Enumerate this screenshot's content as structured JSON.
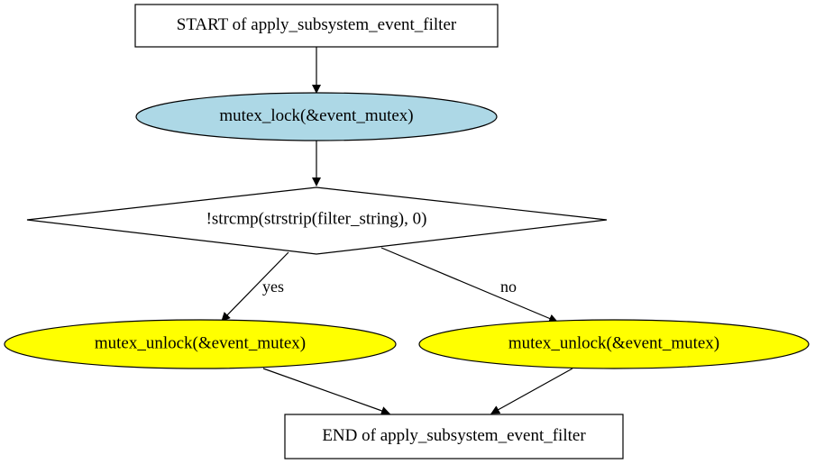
{
  "diagram": {
    "nodes": {
      "start": {
        "label": "START of apply_subsystem_event_filter",
        "shape": "box",
        "fill": "#ffffff"
      },
      "lock": {
        "label": "mutex_lock(&event_mutex)",
        "shape": "ellipse",
        "fill": "#add8e6"
      },
      "cond": {
        "label": "!strcmp(strstrip(filter_string), 0)",
        "shape": "diamond",
        "fill": "#ffffff"
      },
      "unlock_yes": {
        "label": "mutex_unlock(&event_mutex)",
        "shape": "ellipse",
        "fill": "#ffff00"
      },
      "unlock_no": {
        "label": "mutex_unlock(&event_mutex)",
        "shape": "ellipse",
        "fill": "#ffff00"
      },
      "end": {
        "label": "END of apply_subsystem_event_filter",
        "shape": "box",
        "fill": "#ffffff"
      }
    },
    "edges": {
      "start_to_lock": {
        "from": "start",
        "to": "lock",
        "label": ""
      },
      "lock_to_cond": {
        "from": "lock",
        "to": "cond",
        "label": ""
      },
      "cond_yes": {
        "from": "cond",
        "to": "unlock_yes",
        "label": "yes"
      },
      "cond_no": {
        "from": "cond",
        "to": "unlock_no",
        "label": "no"
      },
      "yes_to_end": {
        "from": "unlock_yes",
        "to": "end",
        "label": ""
      },
      "no_to_end": {
        "from": "unlock_no",
        "to": "end",
        "label": ""
      }
    }
  }
}
